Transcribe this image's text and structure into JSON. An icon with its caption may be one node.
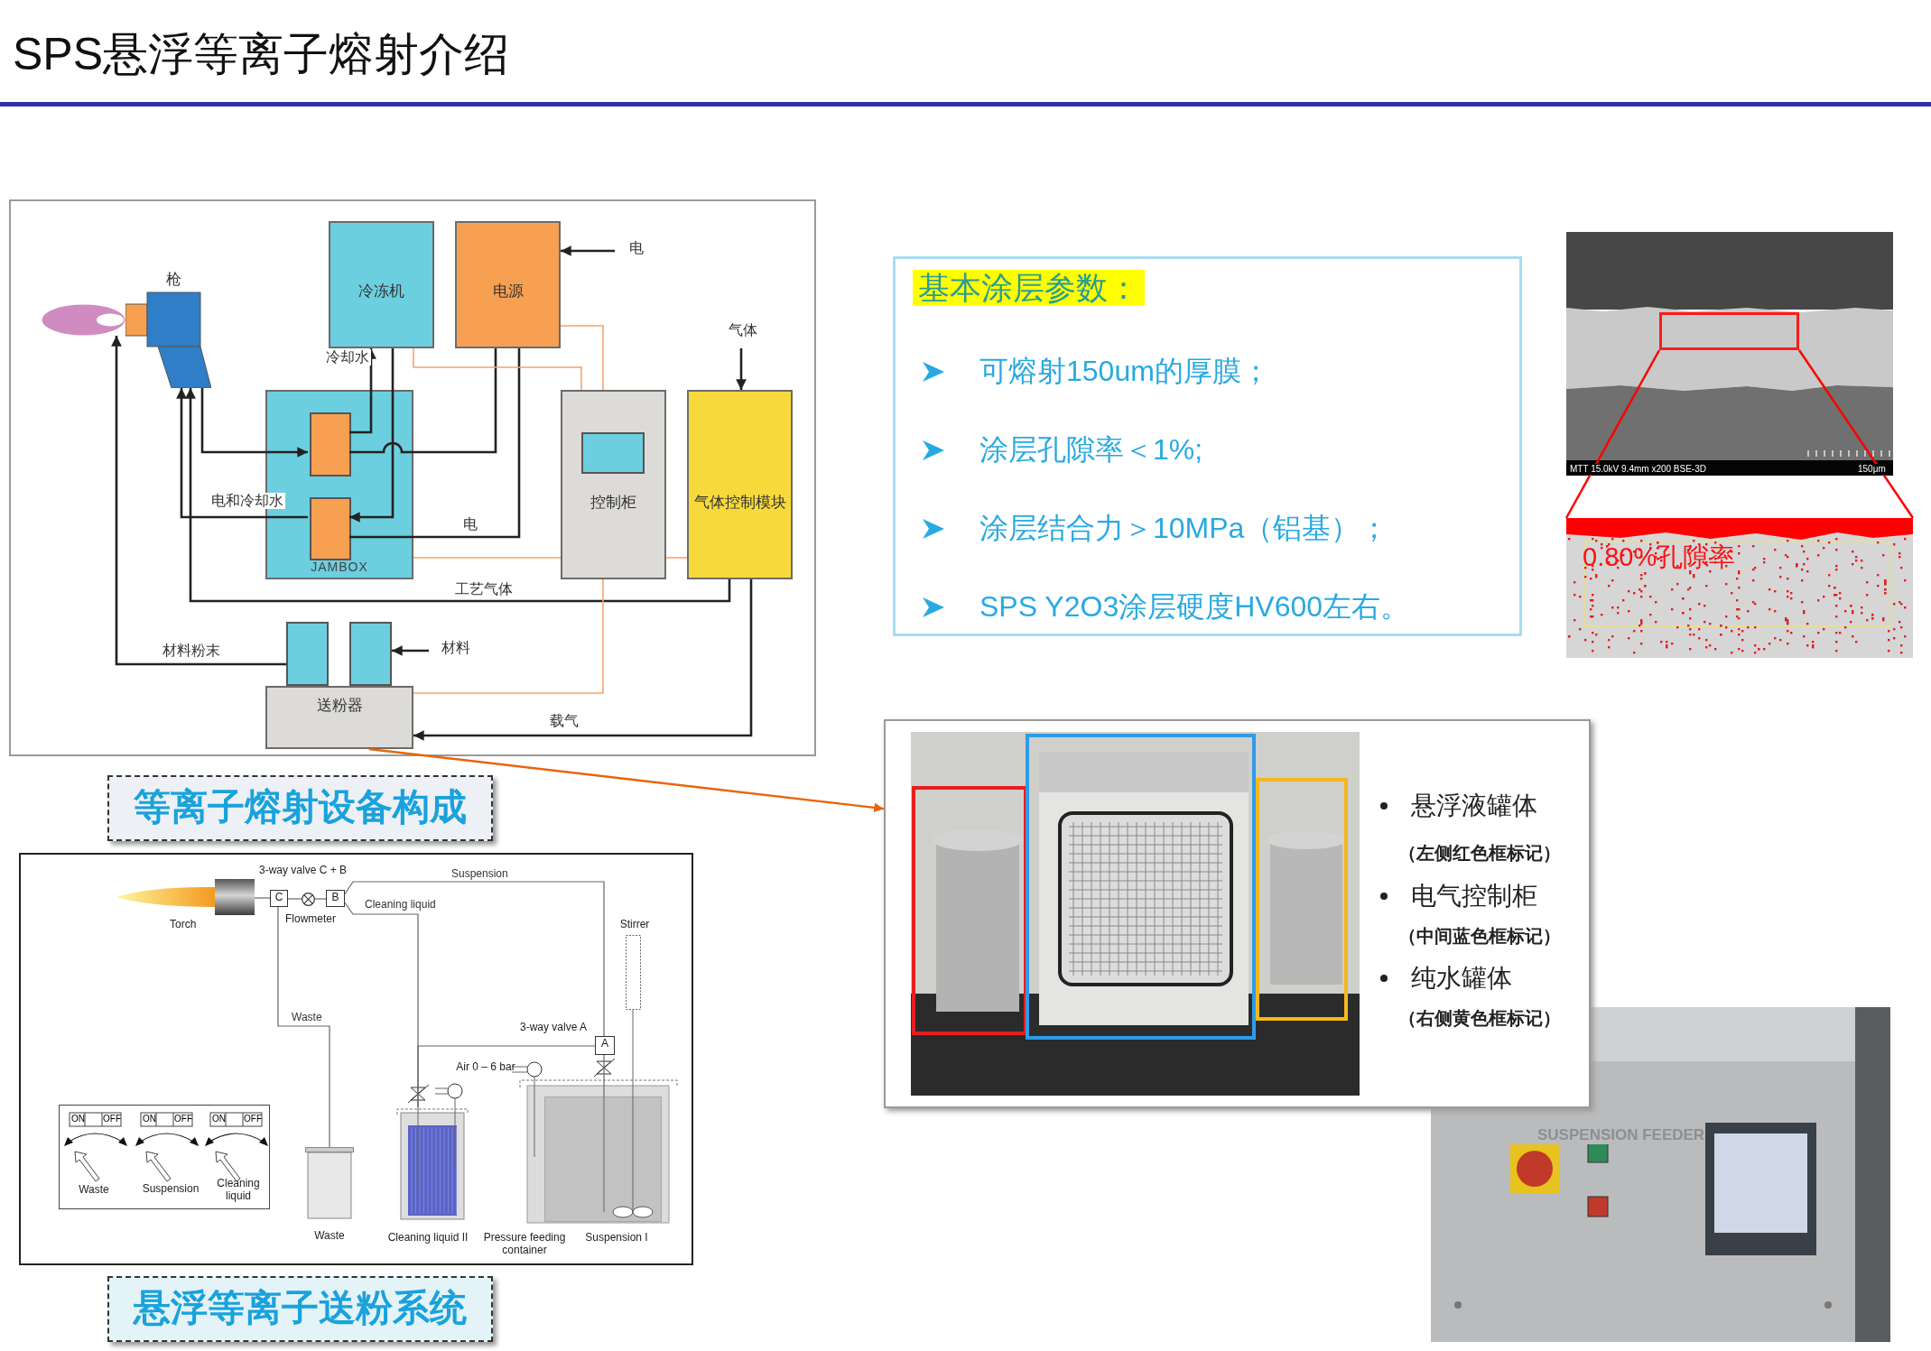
{
  "diagram": {
    "title": "SPS悬浮等离子熔射介绍",
    "nodes": [
      {
        "text": [
          "枪"
        ]
      },
      {
        "text": [],
        "shape": "ellipse"
      },
      {
        "text": [
          "冷冻机"
        ]
      },
      {
        "text": [
          "电源"
        ]
      },
      {
        "text": [
          "JAMBOX"
        ]
      },
      {
        "text": [],
        "shape": "box",
        "in": 4
      },
      {
        "text": [],
        "shape": "box",
        "in": 4
      },
      {
        "text": [
          "控制柜"
        ]
      },
      {
        "text": [
          "气体控制模块"
        ]
      },
      {
        "text": [],
        "shape": "box"
      },
      {
        "text": [],
        "shape": "box"
      },
      {
        "text": [
          "送粉器"
        ]
      },
      {
        "text": [
          "等离子熔射设备构成"
        ]
      },
      {
        "text": [
          "基本涂层参数：",
          "可熔射150um的厚膜；",
          "涂层孔隙率＜1%;",
          "涂层结合力＞10MPa（铝基）；",
          "SPS Y2O3涂层硬度HV600左右。"
        ]
      },
      {
        "text": [],
        "shape": "box"
      },
      {
        "text": [
          "0.80%孔隙率"
        ]
      },
      {
        "text": [
          "悬浮液罐体",
          "（左侧红色框标记）",
          "电气控制柜",
          "（中间蓝色框标记）",
          "纯水罐体",
          "（右侧黄色框标记）"
        ]
      },
      {
        "text": [
          "Torch"
        ]
      },
      {
        "text": [
          "C"
        ]
      },
      {
        "text": [],
        "shape": "circle"
      },
      {
        "text": [
          "B"
        ]
      },
      {
        "text": [
          "Waste"
        ]
      },
      {
        "text": [
          "Cleaning liquid II"
        ]
      },
      {
        "text": [
          "Pressure feeding container"
        ]
      },
      {
        "text": [
          "Suspension I"
        ],
        "in": 23
      },
      {
        "text": [
          "A"
        ]
      },
      {
        "text": [
          "Stirrer"
        ]
      },
      {
        "text": [
          "悬浮等离子送粉系统"
        ]
      }
    ],
    "edges": [
      {
        "from": null,
        "to": 3,
        "arrow": "to",
        "label": "电"
      },
      {
        "from": null,
        "to": 8,
        "arrow": "to",
        "label": "气体"
      },
      {
        "from": null,
        "to": 10,
        "arrow": "to",
        "label": "材料"
      },
      {
        "from": 5,
        "to": 2,
        "arrow": "to",
        "label": "冷却水"
      },
      {
        "from": 2,
        "to": 6,
        "arrow": "to"
      },
      {
        "from": 0,
        "to": 5,
        "arrow": "to"
      },
      {
        "from": 3,
        "to": 5,
        "arrow": "none"
      },
      {
        "from": 3,
        "to": 6,
        "arrow": "none",
        "label": "电"
      },
      {
        "from": 6,
        "to": 0,
        "arrow": "to",
        "label": "电和冷却水"
      },
      {
        "from": 8,
        "to": 0,
        "arrow": "to",
        "label": "工艺气体"
      },
      {
        "from": 8,
        "to": 11,
        "arrow": "to",
        "label": "载气"
      },
      {
        "from": 9,
        "to": 1,
        "arrow": "to",
        "label": "材料粉末"
      },
      {
        "from": 2,
        "to": 7,
        "arrow": "none",
        "color": "#f4a46c"
      },
      {
        "from": 3,
        "to": 7,
        "arrow": "none",
        "color": "#f4a46c"
      },
      {
        "from": 4,
        "to": 7,
        "arrow": "none",
        "color": "#f4a46c"
      },
      {
        "from": 7,
        "to": 8,
        "arrow": "none",
        "color": "#f4a46c"
      },
      {
        "from": 7,
        "to": 11,
        "arrow": "none",
        "color": "#f4a46c"
      },
      {
        "from": 11,
        "to": 16,
        "arrow": "to",
        "color": "#e8650a"
      },
      {
        "from": 14,
        "to": 15,
        "arrow": "none",
        "color": "#ff0000"
      },
      {
        "from": 14,
        "to": 15,
        "arrow": "none",
        "color": "#ff0000"
      },
      {
        "from": 17,
        "to": 18,
        "arrow": "none",
        "color": "#666666"
      },
      {
        "from": 18,
        "to": 19,
        "arrow": "none",
        "color": "#666666"
      },
      {
        "from": 19,
        "to": 20,
        "arrow": "none",
        "color": "#666666"
      },
      {
        "from": 18,
        "to": 21,
        "arrow": "none",
        "color": "#666666",
        "label": "Waste"
      },
      {
        "from": 20,
        "to": 25,
        "arrow": "none",
        "color": "#666666",
        "label": "Suspension"
      },
      {
        "from": 20,
        "to": 22,
        "arrow": "none",
        "color": "#666666",
        "label": "Cleaning liquid"
      },
      {
        "from": 25,
        "to": 22,
        "arrow": "none",
        "color": "#666666"
      },
      {
        "from": 25,
        "to": 24,
        "arrow": "none",
        "color": "#666666"
      }
    ],
    "labels": [
      "3-way valve C + B",
      "Flowmeter",
      "Air 0 – 6 bar",
      "3-way valve A",
      "ON",
      "OFF",
      "ON",
      "OFF",
      "ON",
      "OFF",
      "Waste",
      "Suspension",
      "Cleaning liquid",
      "MTT 15.0kV 9.4mm x200 BSE-3D",
      "150μm",
      "SUSPENSION FEEDER"
    ]
  }
}
